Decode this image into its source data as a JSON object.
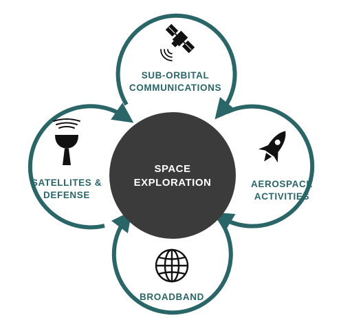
{
  "center": {
    "line1": "SPACE",
    "line2": "EXPLORATION",
    "color": "#3b3b3b"
  },
  "accent_color": "#2a6668",
  "nodes": {
    "top": {
      "line1": "SUB-ORBITAL",
      "line2": "COMMUNICATIONS",
      "icon": "satellite-icon"
    },
    "right": {
      "line1": "AEROSPACE",
      "line2": "ACTIVITIES",
      "icon": "rocket-icon"
    },
    "bottom": {
      "line1": "BROADBAND",
      "icon": "globe-icon"
    },
    "left": {
      "line1": "SATELLITES &",
      "line2": "DEFENSE",
      "icon": "satellite-dish-icon"
    }
  }
}
